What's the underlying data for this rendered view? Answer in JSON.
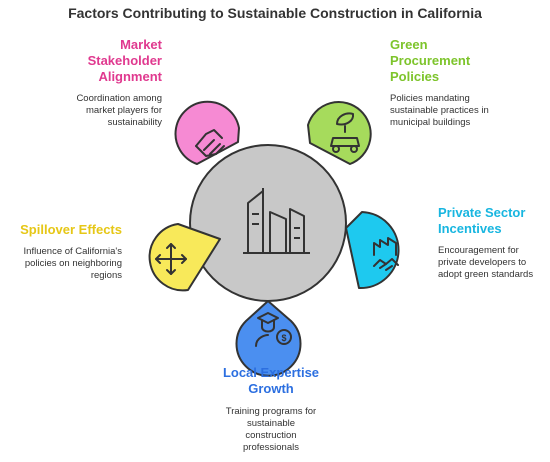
{
  "title": "Factors Contributing to Sustainable Construction in California",
  "colors": {
    "center": "#c8c8c8",
    "pink": "#f68ad3",
    "green": "#a6db5c",
    "cyan": "#1ec9ef",
    "blue": "#4b8ff0",
    "yellow": "#f8e95a",
    "heading_pink": "#e0398f",
    "heading_green": "#7dc42b",
    "heading_cyan": "#18b6e0",
    "heading_blue": "#2c6fe0",
    "heading_yellow": "#e6c716"
  },
  "center_icon": "buildings-icon",
  "factors": [
    {
      "heading": "Market Stakeholder Alignment",
      "lines": [
        "Market",
        "Stakeholder",
        "Alignment"
      ],
      "description": "Coordination among market players for sustainability",
      "desc_lines": [
        "Coordination among",
        "market players for",
        "sustainability"
      ],
      "icon": "handshake-icon"
    },
    {
      "heading": "Green Procurement Policies",
      "lines": [
        "Green",
        "Procurement",
        "Policies"
      ],
      "description": "Policies mandating sustainable practices in municipal buildings",
      "desc_lines": [
        "Policies mandating",
        "sustainable practices in",
        "municipal buildings"
      ],
      "icon": "eco-car-icon"
    },
    {
      "heading": "Private Sector Incentives",
      "lines": [
        "Private Sector",
        "Incentives"
      ],
      "description": "Encouragement for private developers to adopt green standards",
      "desc_lines": [
        "Encouragement for",
        "private developers to",
        "adopt green standards"
      ],
      "icon": "factory-deal-icon"
    },
    {
      "heading": "Local Expertise Growth",
      "lines": [
        "Local Expertise",
        "Growth"
      ],
      "description": "Training programs for sustainable construction professionals",
      "desc_lines": [
        "Training programs for",
        "sustainable",
        "construction",
        "professionals"
      ],
      "icon": "graduate-money-icon"
    },
    {
      "heading": "Spillover Effects",
      "lines": [
        "Spillover Effects"
      ],
      "description": "Influence of California's policies on neighboring regions",
      "desc_lines": [
        "Influence of California's",
        "policies on neighboring",
        "regions"
      ],
      "icon": "move-arrows-icon"
    }
  ]
}
